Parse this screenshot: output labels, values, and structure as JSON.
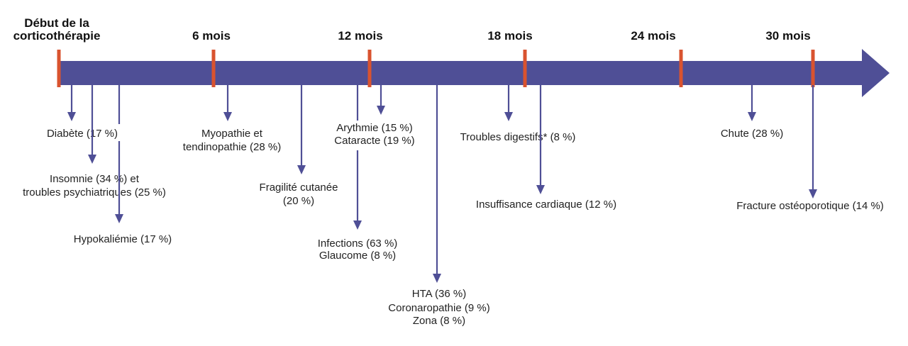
{
  "colors": {
    "timeline": "#4f4f96",
    "tick": "#d9532f",
    "connector": "#4f4f96",
    "text": "#222222"
  },
  "milestones": [
    {
      "month": 0,
      "label": [
        "Début de la",
        "corticothérapie"
      ]
    },
    {
      "month": 6,
      "label": [
        "6 mois"
      ]
    },
    {
      "month": 12,
      "label": [
        "12 mois"
      ]
    },
    {
      "month": 18,
      "label": [
        "18 mois"
      ]
    },
    {
      "month": 24,
      "label": [
        "24 mois"
      ]
    },
    {
      "month": 30,
      "label": [
        "30 mois"
      ]
    }
  ],
  "events": [
    {
      "id": "diabete",
      "lines": [
        "Diabète (17 %)"
      ]
    },
    {
      "id": "insomnie",
      "lines": [
        "Insomnie (34 %) et",
        "troubles psychiatriques (25 %)"
      ]
    },
    {
      "id": "hypokaliemie",
      "lines": [
        "Hypokaliémie (17 %)"
      ]
    },
    {
      "id": "myopathie",
      "lines": [
        "Myopathie et",
        "tendinopathie (28 %)"
      ]
    },
    {
      "id": "fragilite",
      "lines": [
        "Fragilité cutanée",
        "(20 %)"
      ]
    },
    {
      "id": "infections",
      "lines": [
        "Infections (63 %)",
        "Glaucome (8 %)"
      ]
    },
    {
      "id": "arythmie",
      "lines": [
        "Arythmie (15 %)",
        "Cataracte (19 %)"
      ]
    },
    {
      "id": "hta",
      "lines": [
        "HTA (36 %)",
        "Coronaropathie (9 %)",
        "Zona (8 %)"
      ]
    },
    {
      "id": "digestifs",
      "lines": [
        "Troubles digestifs* (8 %)"
      ]
    },
    {
      "id": "cardiaque",
      "lines": [
        "Insuffisance cardiaque (12 %)"
      ]
    },
    {
      "id": "chute",
      "lines": [
        "Chute (28 %)"
      ]
    },
    {
      "id": "fracture",
      "lines": [
        "Fracture ostéoporotique (14 %)"
      ]
    }
  ]
}
